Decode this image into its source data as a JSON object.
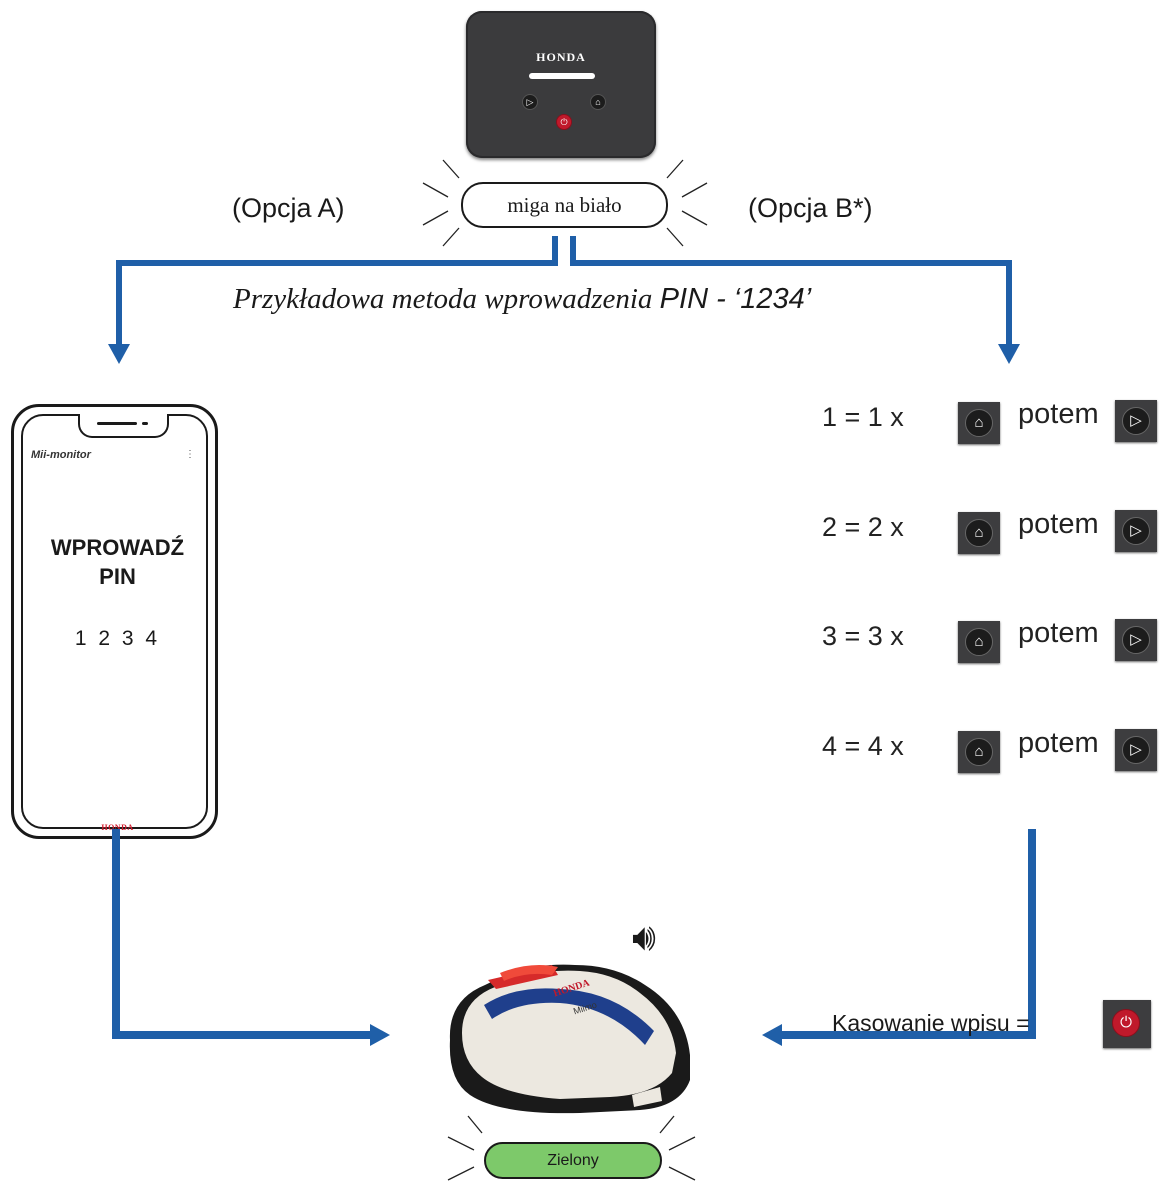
{
  "control_panel": {
    "brand": "HONDA",
    "button_left_icon": "play-icon",
    "button_right_icon": "home-icon",
    "button_center_icon": "power-icon"
  },
  "status_top": "miga na biało",
  "option_a": "(Opcja A)",
  "option_b": "(Opcja B*)",
  "method_text": "Przykładowa metoda wprowadzenia",
  "method_pin": "PIN - ‘1234’",
  "phone": {
    "app_name": "Mii-monitor",
    "heading_line1": "WPROWADŹ",
    "heading_line2": "PIN",
    "digits": "1 2 3 4",
    "brand": "HONDA"
  },
  "steps": [
    {
      "label": "1 = 1 x",
      "then": "potem"
    },
    {
      "label": "2 = 2 x",
      "then": "potem"
    },
    {
      "label": "3 = 3 x",
      "then": "potem"
    },
    {
      "label": "4 = 4 x",
      "then": "potem"
    }
  ],
  "mower": {
    "brand": "HONDA",
    "model": "Miimo"
  },
  "reset_label": "Kasowanie wpisu =",
  "status_bottom": "Zielony",
  "colors": {
    "arrow": "#1f5fa8",
    "green": "#7dc96a",
    "power": "#c0192b"
  }
}
